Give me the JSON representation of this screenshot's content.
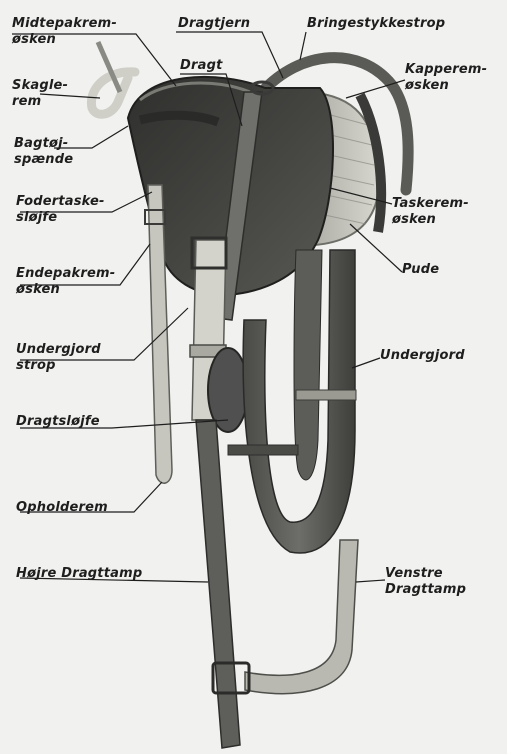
{
  "labels": {
    "midtepakrem": {
      "line1": "Midtepakrem-",
      "line2": "øsken"
    },
    "dragtjern": "Dragtjern",
    "bringestykkestrop": "Bringestykkestrop",
    "dragt": "Dragt",
    "skaglerem": {
      "line1": "Skagle-",
      "line2": "rem"
    },
    "kapperem": {
      "line1": "Kapperem-",
      "line2": "øsken"
    },
    "bagtoj": {
      "line1": "Bagtøj-",
      "line2": "spænde"
    },
    "fodertaske": {
      "line1": "Fodertaske-",
      "line2": "sløjfe"
    },
    "taskerem": {
      "line1": "Taskerem-",
      "line2": "øsken"
    },
    "endepakrem": {
      "line1": "Endepakrem-",
      "line2": "øsken"
    },
    "pude": "Pude",
    "undergjordstrop": {
      "line1": "Undergjord",
      "line2": "strop"
    },
    "undergjord": "Undergjord",
    "dragtslojfe": "Dragtsløjfe",
    "opholderem": "Opholderem",
    "hojre": "Højre Dragttamp",
    "venstre": {
      "line1": "Venstre",
      "line2": "Dragttamp"
    }
  },
  "colors": {
    "background": "#f1f1ef",
    "leather_dark": "#3c3c3a",
    "leather_mid": "#6a6a66",
    "leather_light": "#b4b4ae",
    "pad": "#c9c9c2",
    "text": "#1e1e1e"
  }
}
